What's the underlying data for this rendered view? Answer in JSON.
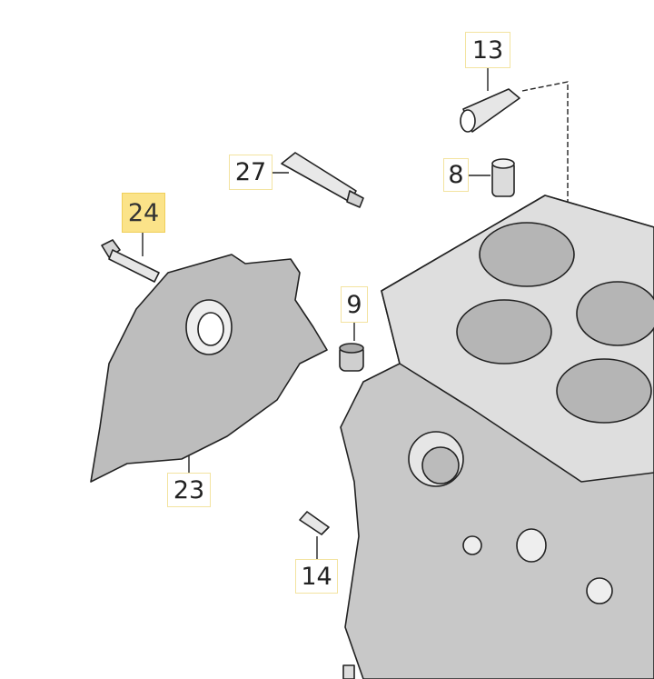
{
  "diagram": {
    "highlight_color": "#fbe389",
    "callouts": [
      {
        "id": "13",
        "label": "13",
        "active": false
      },
      {
        "id": "27",
        "label": "27",
        "active": false
      },
      {
        "id": "8",
        "label": "8",
        "active": false
      },
      {
        "id": "24",
        "label": "24",
        "active": true
      },
      {
        "id": "9",
        "label": "9",
        "active": false
      },
      {
        "id": "23",
        "label": "23",
        "active": false
      },
      {
        "id": "14",
        "label": "14",
        "active": false
      }
    ]
  }
}
